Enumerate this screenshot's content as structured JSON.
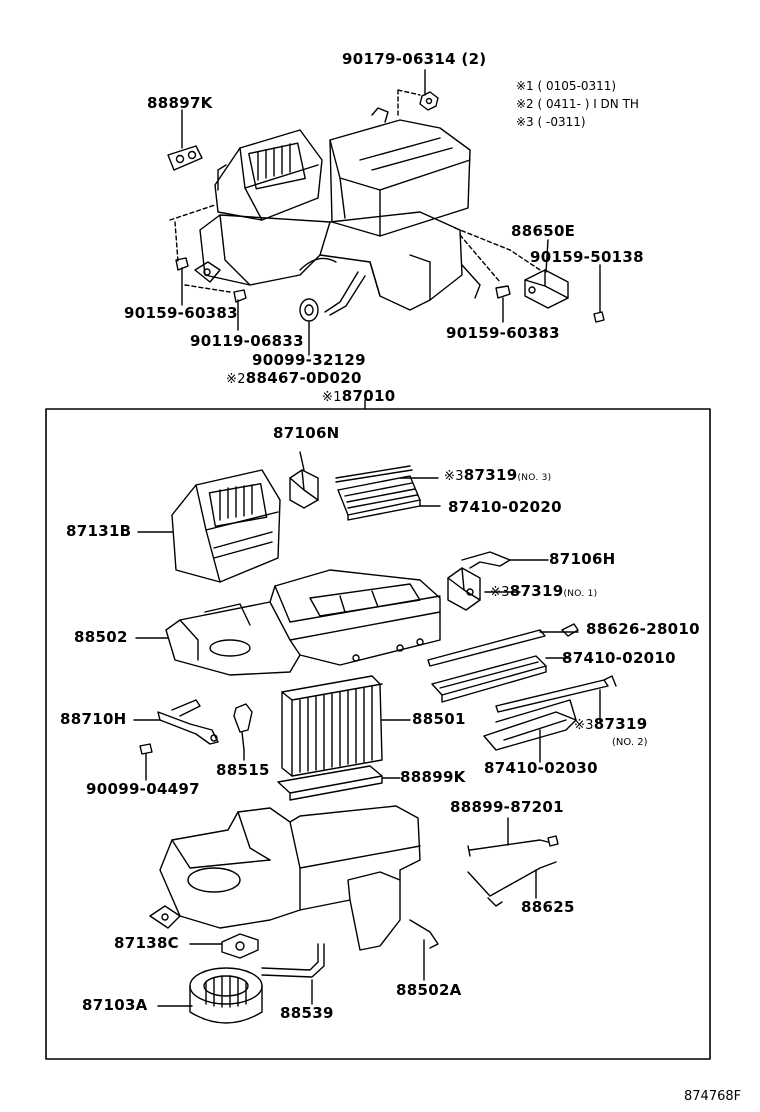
{
  "diagram_code": "874768F",
  "notes": [
    {
      "mark": "※1",
      "text": "( 0105-0311)"
    },
    {
      "mark": "※2",
      "text": "( 0411-        ) I DN TH"
    },
    {
      "mark": "※3",
      "text": "(        -0311)"
    }
  ],
  "assembly": {
    "mark": "※1",
    "number": "87010"
  },
  "top_labels": {
    "p90179": "90179-06314 (2)",
    "p88897K": "88897K",
    "p88650E": "88650E",
    "p90159_50138": "90159-50138",
    "p90159_60383_left": "90159-60383",
    "p90159_60383_right": "90159-60383",
    "p90119": "90119-06833",
    "p90099_32129": "90099-32129",
    "p88467_mark": "※2",
    "p88467": "88467-0D020"
  },
  "box_labels": {
    "p87106N": "87106N",
    "p87319_no3_mark": "※3",
    "p87319_no3": "87319",
    "p87319_no3_sub": "(NO. 3)",
    "p87410_02020": "87410-02020",
    "p87131B": "87131B",
    "p87106H": "87106H",
    "p87319_no1_mark": "※3",
    "p87319_no1": "87319",
    "p87319_no1_sub": "(NO. 1)",
    "p88626": "88626-28010",
    "p88502": "88502",
    "p87410_02010": "87410-02010",
    "p88710H": "88710H",
    "p88501": "88501",
    "p87319_no2_mark": "※3",
    "p87319_no2": "87319",
    "p87319_no2_sub": "(NO. 2)",
    "p90099_04497": "90099-04497",
    "p88515": "88515",
    "p88899K": "88899K",
    "p87410_02030": "87410-02030",
    "p88899_87201": "88899-87201",
    "p88625": "88625",
    "p87138C": "87138C",
    "p88502A": "88502A",
    "p87103A": "87103A",
    "p88539": "88539"
  }
}
